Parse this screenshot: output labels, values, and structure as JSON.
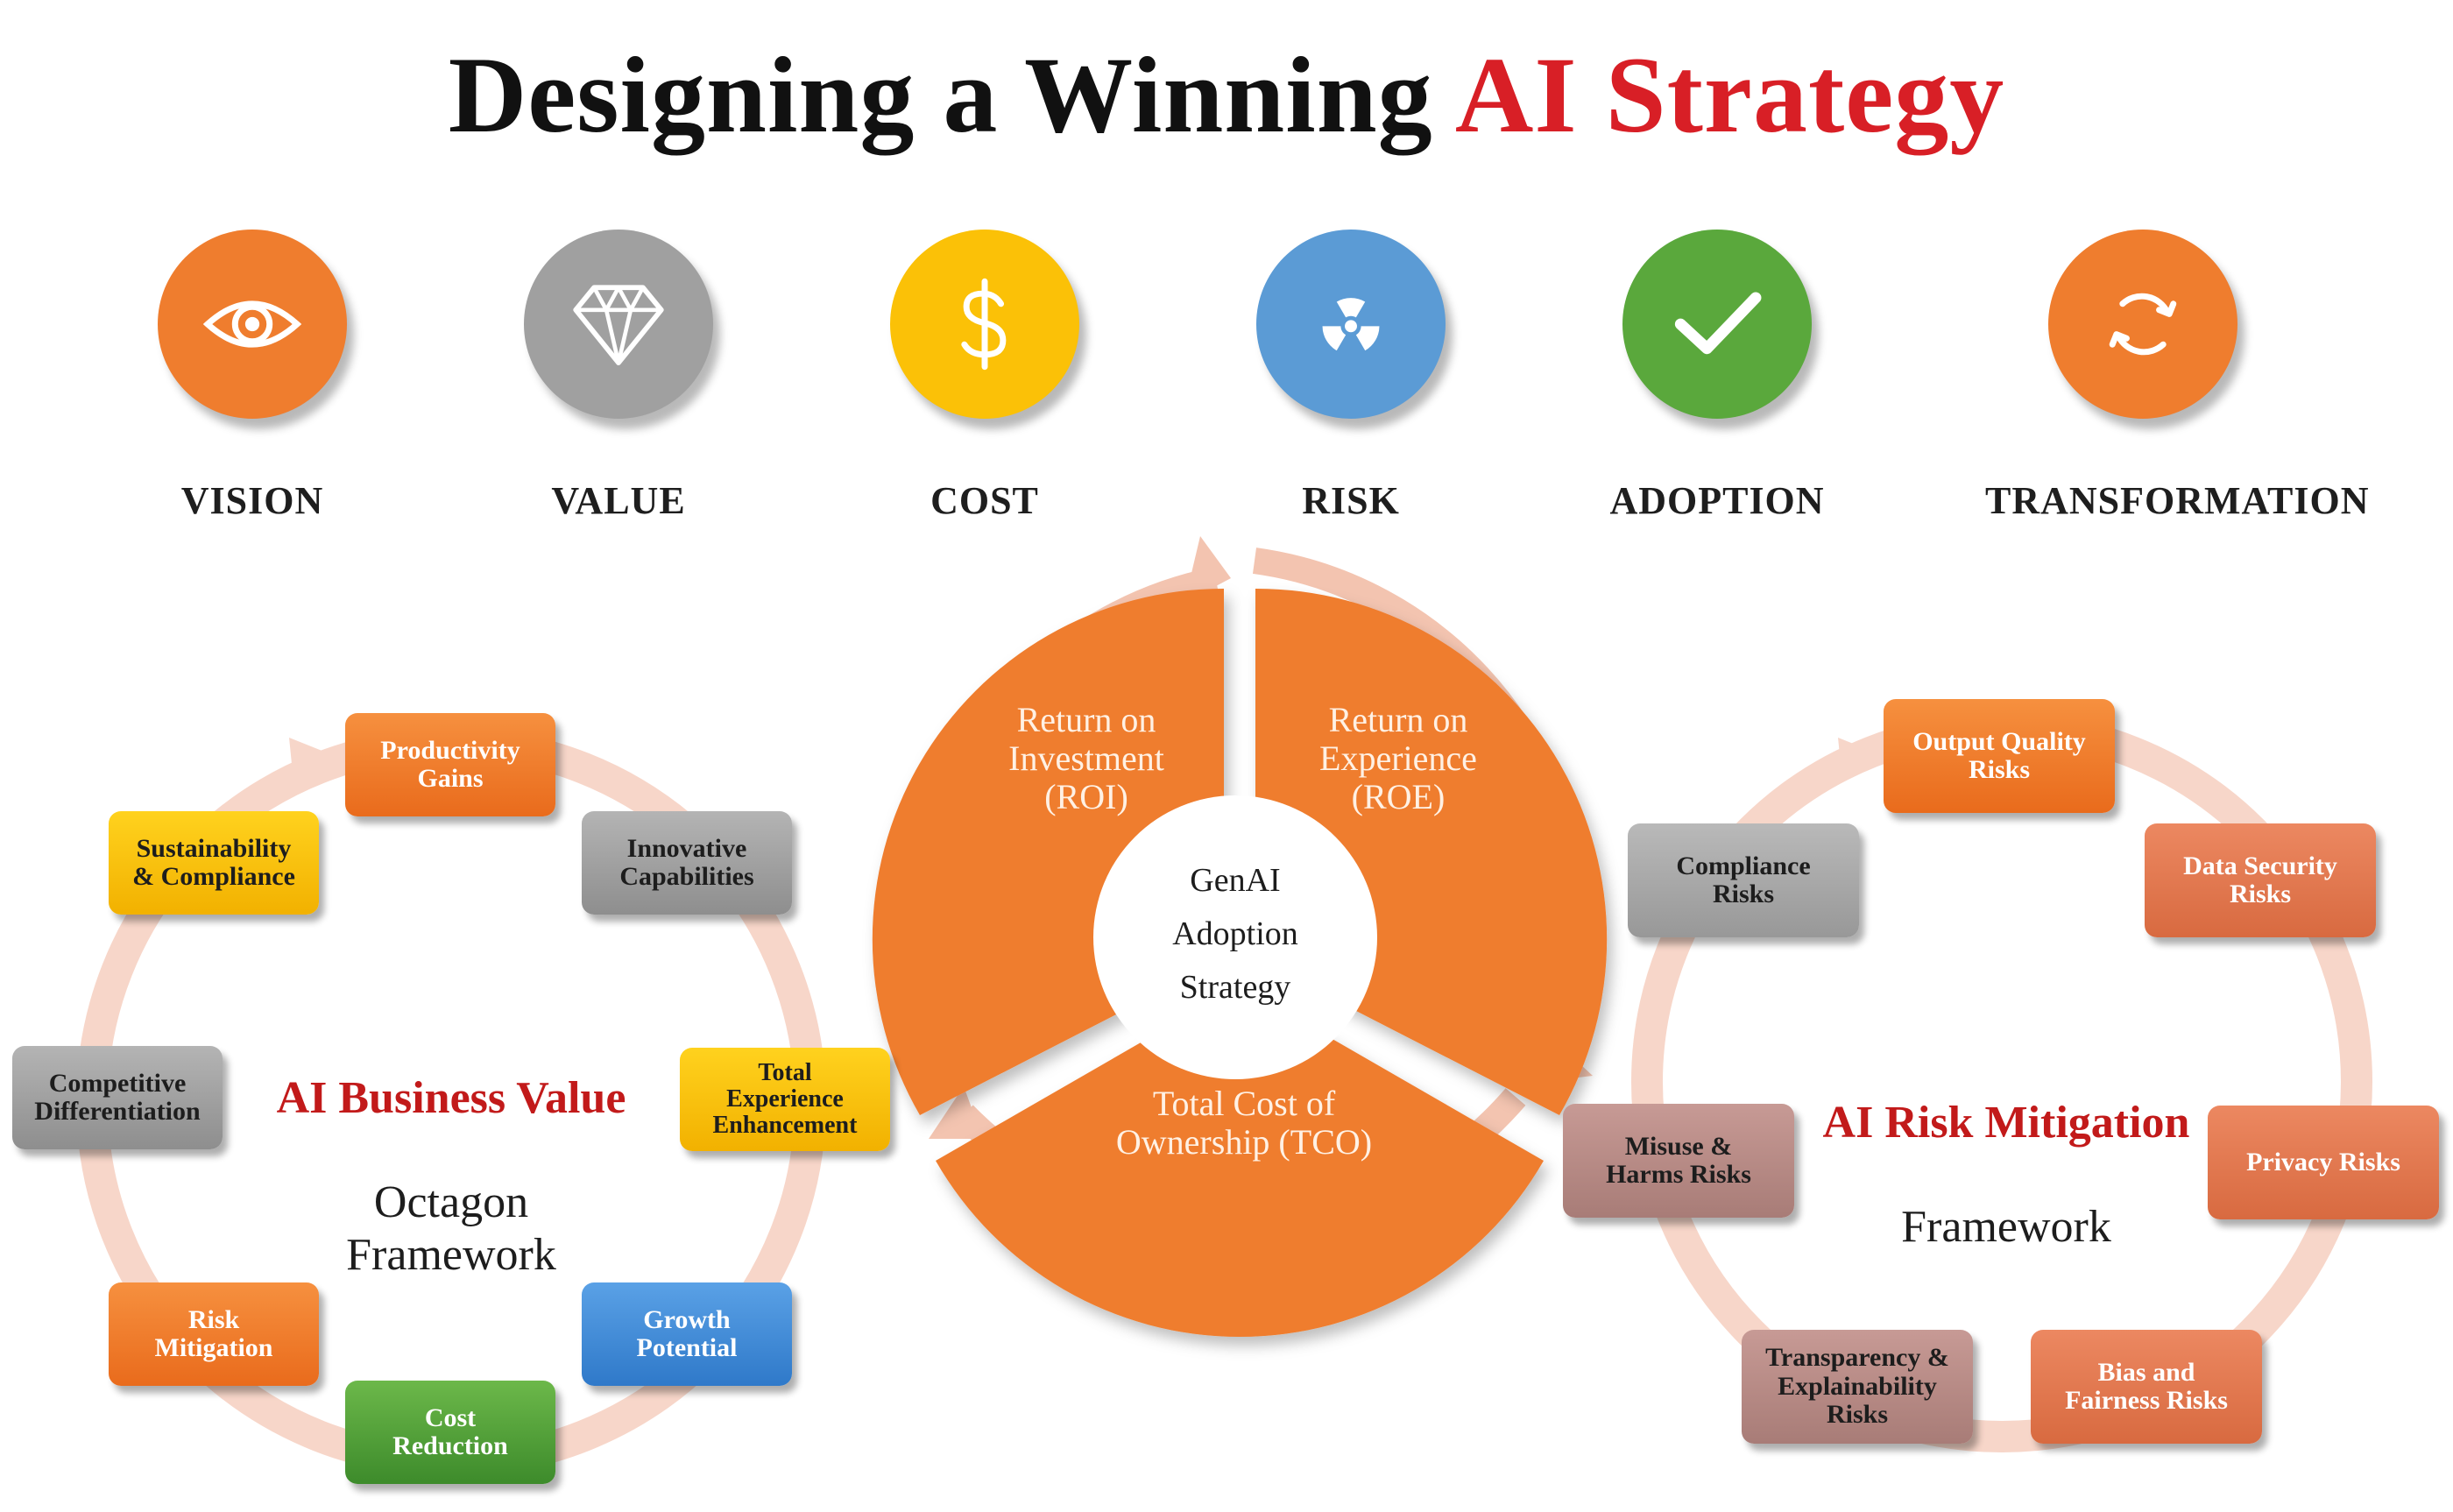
{
  "title": {
    "prefix": "Designing a Winning ",
    "accent": "AI Strategy"
  },
  "colors": {
    "title_accent": "#d81f26",
    "orange": "#ef7d2e",
    "gray": "#a0a0a0",
    "yellow": "#fbc107",
    "blue": "#5b9bd5",
    "green": "#5aa83c",
    "ring": "#f6d3c4"
  },
  "pillars": [
    {
      "label": "VISION",
      "icon": "eye-icon",
      "color": "#ef7d2e"
    },
    {
      "label": "VALUE",
      "icon": "diamond-icon",
      "color": "#a0a0a0"
    },
    {
      "label": "COST",
      "icon": "dollar-icon",
      "color": "#fbc107"
    },
    {
      "label": "RISK",
      "icon": "radiation-icon",
      "color": "#5b9bd5"
    },
    {
      "label": "ADOPTION",
      "icon": "checkmark-icon",
      "color": "#5aa83c"
    },
    {
      "label": "TRANSFORMATION",
      "icon": "cycle-arrows-icon",
      "color": "#ef7d2e"
    }
  ],
  "value_framework": {
    "title": "AI Business Value",
    "subtitle": "Octagon\nFramework",
    "items": [
      "Productivity\nGains",
      "Innovative\nCapabilities",
      "Total\nExperience\nEnhancement",
      "Growth\nPotential",
      "Cost\nReduction",
      "Risk\nMitigation",
      "Competitive\nDifferentiation",
      "Sustainability\n& Compliance"
    ]
  },
  "adoption_strategy": {
    "hub": "GenAI\nAdoption\nStrategy",
    "segments": [
      "Return on\nInvestment\n(ROI)",
      "Return on\nExperience\n(ROE)",
      "Total Cost of\nOwnership (TCO)"
    ]
  },
  "risk_framework": {
    "title": "AI Risk Mitigation",
    "subtitle": "Framework",
    "items": [
      "Output Quality\nRisks",
      "Data Security\nRisks",
      "Privacy Risks",
      "Bias and\nFairness Risks",
      "Transparency &\nExplainability\nRisks",
      "Misuse &\nHarms Risks",
      "Compliance\nRisks"
    ]
  }
}
